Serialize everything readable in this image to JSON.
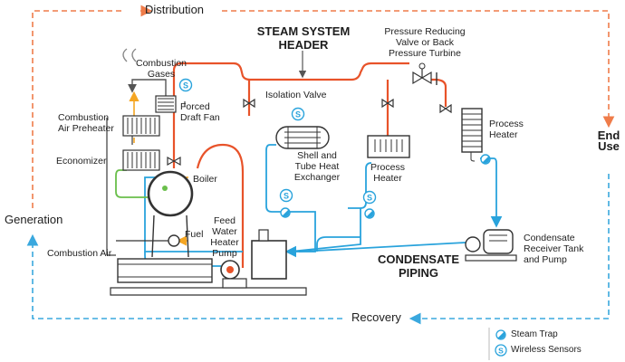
{
  "flow_labels": {
    "distribution": "Distribution",
    "end_use": [
      "End",
      "Use"
    ],
    "recovery": "Recovery",
    "generation": "Generation"
  },
  "headers": {
    "steam_system_header": [
      "STEAM SYSTEM",
      "HEADER"
    ],
    "condensate_piping": [
      "CONDENSATE",
      "PIPING"
    ]
  },
  "components": {
    "combustion_gases": [
      "Combustion",
      "Gases"
    ],
    "forced_draft_fan": [
      "Forced",
      "Draft Fan"
    ],
    "combustion_air_preheater": [
      "Combustion",
      "Air Preheater"
    ],
    "economizer": "Economizer",
    "boiler": "Boiler",
    "fuel": "Fuel",
    "combustion_air": "Combustion Air",
    "feed_water_heater_pump": [
      "Feed",
      "Water",
      "Heater",
      "Pump"
    ],
    "isolation_valve": "Isolation Valve",
    "shell_tube_heat_exchanger": [
      "Shell and",
      "Tube Heat",
      "Exchanger"
    ],
    "process_heater_1": [
      "Process",
      "Heater"
    ],
    "pressure_reducing_valve": [
      "Pressure Reducing",
      "Valve or Back",
      "Pressure Turbine"
    ],
    "process_heater_2": [
      "Process",
      "Heater"
    ],
    "condensate_receiver": [
      "Condensate",
      "Receiver Tank",
      "and Pump"
    ]
  },
  "legend": {
    "steam_trap": "Steam Trap",
    "wireless_sensors": "Wireless Sensors",
    "sensor_symbol": "S"
  },
  "colors": {
    "steam": "#e8532a",
    "condensate": "#29a3dc",
    "flow_arrow_top": "#ef7c4a",
    "flow_arrow_bottom": "#3aa8de",
    "equipment": "#333333",
    "fuel": "#f5a623",
    "green": "#6abf4b"
  }
}
